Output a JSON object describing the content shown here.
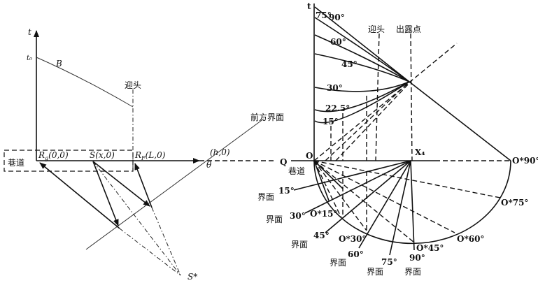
{
  "left": {
    "t_axis": "t",
    "t0": "t₀",
    "curve": "B",
    "heading": "迎头",
    "tunnel": "巷道",
    "rg": "R",
    "rg_sub": "g",
    "rg_coord": "(0,0)",
    "source": "S(x,0)",
    "rf": "R",
    "rf_sub": "F",
    "rf_coord": "(L,0)",
    "h_point": "(h,0)",
    "theta": "θ",
    "front_interface": "前方界面",
    "image_source": "S*"
  },
  "right": {
    "t_axis": "t",
    "origin": "O",
    "q": "Q",
    "tunnel": "巷道",
    "x4": "X₄",
    "heading": "迎头",
    "outcrop": "出露点",
    "curve_labels": [
      "90°",
      "75°",
      "60°",
      "45°",
      "30°",
      "22.5°",
      "15°"
    ],
    "fan_labels": [
      "15°",
      "30°",
      "45°",
      "60°",
      "75°",
      "90°"
    ],
    "interface": "界面",
    "image_labels": [
      "O*15°",
      "O*30°",
      "O*45°",
      "O*60°",
      "O*75°",
      "O*90°"
    ]
  }
}
